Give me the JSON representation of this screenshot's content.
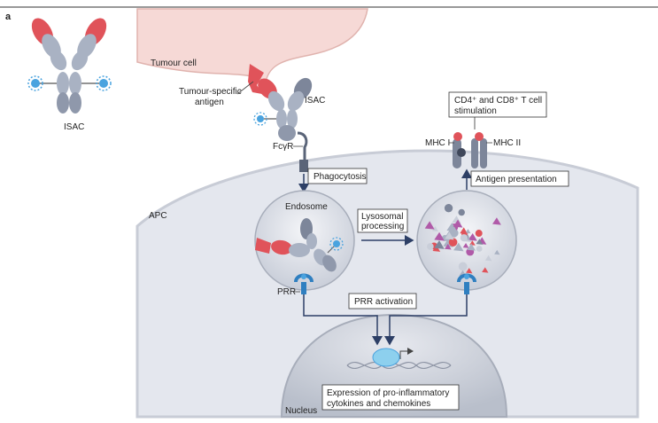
{
  "panel_label": "a",
  "labels": {
    "isac_legend": "ISAC",
    "tumour_cell": "Tumour cell",
    "tumour_antigen_1": "Tumour-specific",
    "tumour_antigen_2": "antigen",
    "isac_bound": "ISAC",
    "fcgr": "FcγR",
    "phagocytosis": "Phagocytosis",
    "apc": "APC",
    "endosome": "Endosome",
    "lysosomal_1": "Lysosomal",
    "lysosomal_2": "processing",
    "prr": "PRR",
    "prr_activation": "PRR activation",
    "mhc1": "MHC I",
    "mhc2": "MHC II",
    "tcell_1": "CD4⁺ and CD8⁺ T cell",
    "tcell_2": "stimulation",
    "antigen_presentation": "Antigen presentation",
    "nucleus": "Nucleus",
    "expression_1": "Expression of pro-inflammatory",
    "expression_2": "cytokines and chemokines"
  },
  "colors": {
    "antibody_grey": "#a9b2c3",
    "antibody_dark": "#7d869a",
    "antigen_red": "#e0535a",
    "adjuvant_blue": "#4aa3df",
    "tumour_pink": "#f6d9d6",
    "apc_grey": "#dfe2ea",
    "nucleus_grey": "#cdd1da",
    "receptor_blue": "#2f7fc0"
  }
}
